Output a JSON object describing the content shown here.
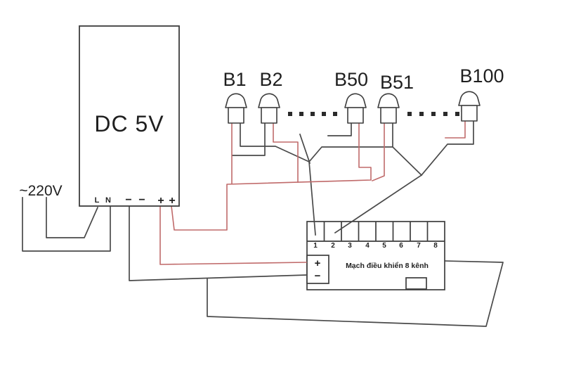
{
  "psu": {
    "label": "DC 5V",
    "mains_label": "~220V",
    "terminals": [
      "L",
      "N",
      "−",
      "−",
      "+",
      "+"
    ]
  },
  "buttons": [
    {
      "label": "B1"
    },
    {
      "label": "B2"
    },
    {
      "label": "B50"
    },
    {
      "label": "B51"
    },
    {
      "label": "B100"
    }
  ],
  "controller": {
    "label": "Mạch điều khiển 8 kênh",
    "channels": [
      "1",
      "2",
      "3",
      "4",
      "5",
      "6",
      "7",
      "8"
    ],
    "plus": "+",
    "minus": "−"
  },
  "colors": {
    "wire_black": "#4a4a4a",
    "wire_red": "#c06a6a",
    "outline": "#3d3d3d"
  }
}
